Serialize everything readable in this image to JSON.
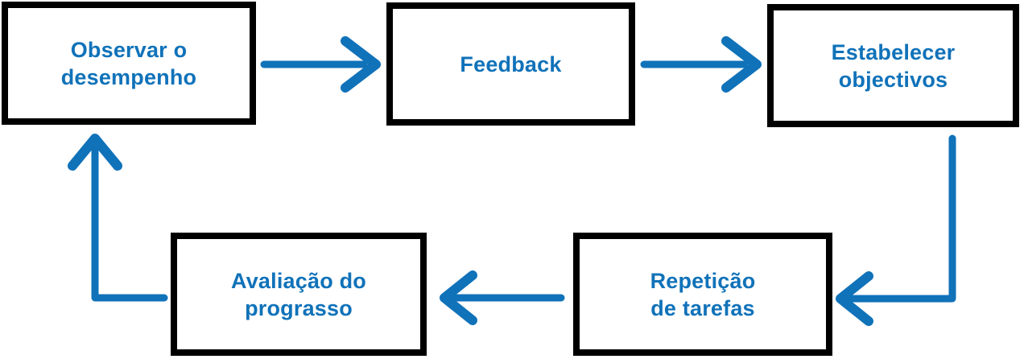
{
  "diagram": {
    "type": "cycle-flowchart",
    "colors": {
      "background": "#ffffff",
      "box_border": "#000000",
      "box_fill": "#ffffff",
      "text": "#1072B9",
      "arrow": "#1072B9"
    },
    "nodes": [
      {
        "id": "observar",
        "label": "Observar o desempenho",
        "lines": [
          "Observar o",
          "desempenho"
        ]
      },
      {
        "id": "feedback",
        "label": "Feedback",
        "lines": [
          "Feedback"
        ]
      },
      {
        "id": "estabelecer",
        "label": "Estabelecer objectivos",
        "lines": [
          "Estabelecer",
          "objectivos"
        ]
      },
      {
        "id": "repeticao",
        "label": "Repetição de tarefas",
        "lines": [
          "Repetição",
          "de tarefas"
        ]
      },
      {
        "id": "avaliacao",
        "label": "Avaliação do prograsso",
        "lines": [
          "Avaliação do",
          "prograsso"
        ]
      }
    ],
    "edges": [
      {
        "from": "observar",
        "to": "feedback"
      },
      {
        "from": "feedback",
        "to": "estabelecer"
      },
      {
        "from": "estabelecer",
        "to": "repeticao"
      },
      {
        "from": "repeticao",
        "to": "avaliacao"
      },
      {
        "from": "avaliacao",
        "to": "observar"
      }
    ]
  }
}
